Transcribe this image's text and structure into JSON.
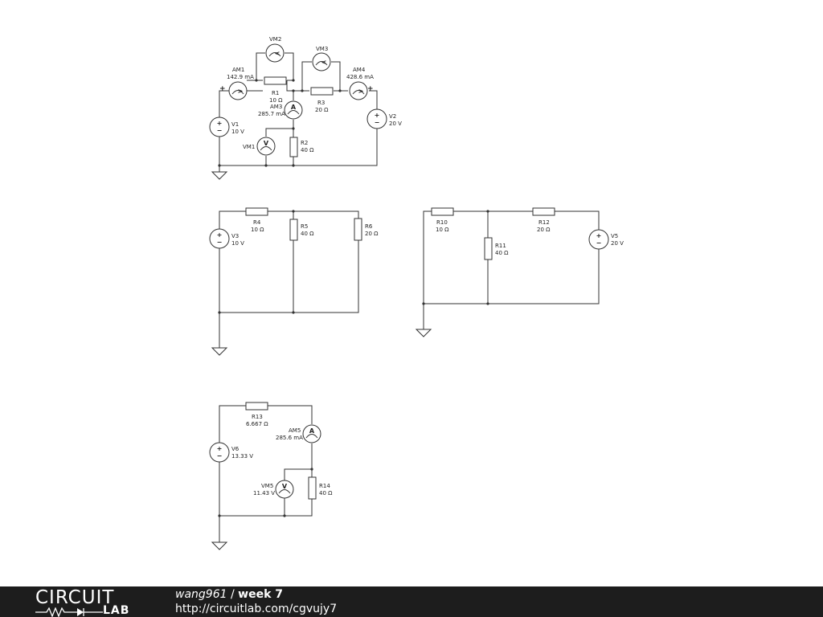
{
  "circuit1": {
    "am1": {
      "name": "AM1",
      "value": "142.9 mA"
    },
    "vm2": {
      "name": "VM2"
    },
    "vm3": {
      "name": "VM3"
    },
    "am4": {
      "name": "AM4",
      "value": "428.6 mA"
    },
    "r1": {
      "name": "R1",
      "value": "10 Ω"
    },
    "am3": {
      "name": "AM3",
      "value": "285.7 mA"
    },
    "r3": {
      "name": "R3",
      "value": "20 Ω"
    },
    "v1": {
      "name": "V1",
      "value": "10 V"
    },
    "v2": {
      "name": "V2",
      "value": "20 V"
    },
    "vm1": {
      "name": "VM1"
    },
    "r2": {
      "name": "R2",
      "value": "40 Ω"
    }
  },
  "circuit2": {
    "r4": {
      "name": "R4",
      "value": "10 Ω"
    },
    "r5": {
      "name": "R5",
      "value": "40 Ω"
    },
    "r6": {
      "name": "R6",
      "value": "20 Ω"
    },
    "v3": {
      "name": "V3",
      "value": "10 V"
    }
  },
  "circuit3": {
    "r10": {
      "name": "R10",
      "value": "10 Ω"
    },
    "r11": {
      "name": "R11",
      "value": "40 Ω"
    },
    "r12": {
      "name": "R12",
      "value": "20 Ω"
    },
    "v5": {
      "name": "V5",
      "value": "20 V"
    }
  },
  "circuit4": {
    "r13": {
      "name": "R13",
      "value": "6.667 Ω"
    },
    "am5": {
      "name": "AM5",
      "value": "285.6 mA"
    },
    "v6": {
      "name": "V6",
      "value": "13.33 V"
    },
    "vm5": {
      "name": "VM5",
      "value": "11.43 V"
    },
    "r14": {
      "name": "R14",
      "value": "40 Ω"
    }
  },
  "symbols": {
    "ammeter": "A",
    "voltmeter": "V",
    "plus": "+",
    "minus": "−",
    "meter_arrow": ">",
    "meter_arrow_rev": "<"
  },
  "footer": {
    "logo_top": "CIRCUIT",
    "logo_bottom": "LAB",
    "user": "wang961",
    "separator": " / ",
    "project": "week 7",
    "url": "http://circuitlab.com/cgvujy7"
  }
}
